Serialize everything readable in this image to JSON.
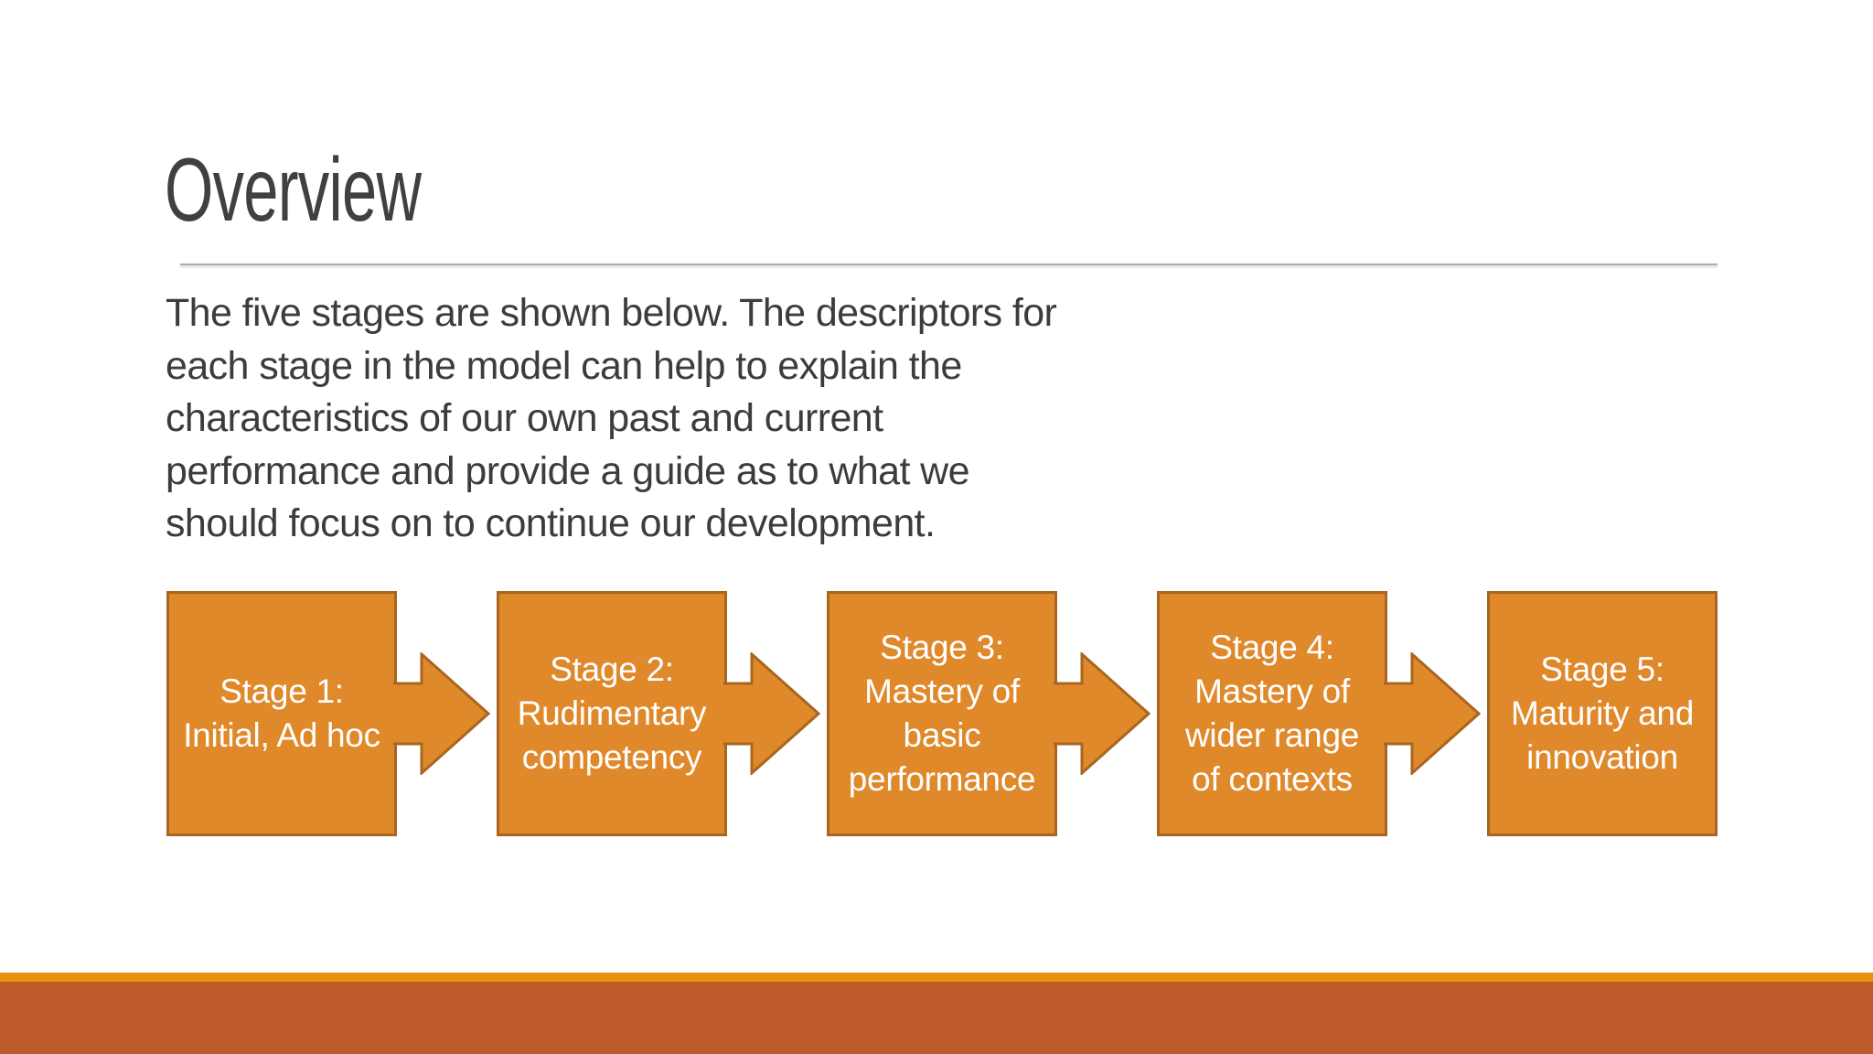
{
  "slide": {
    "title": "Overview",
    "body": [
      "The five stages are shown below. The descriptors for",
      "each stage in the model can help to explain the",
      "characteristics of our own past and current",
      "performance and provide a guide as to what we",
      "should focus on to continue our development."
    ],
    "stages": [
      {
        "lines": [
          "Stage 1:",
          "Initial, Ad hoc"
        ]
      },
      {
        "lines": [
          "Stage 2:",
          "Rudimentary",
          "competency"
        ]
      },
      {
        "lines": [
          "Stage 3:",
          "Mastery of",
          "basic",
          "performance"
        ]
      },
      {
        "lines": [
          "Stage 4:",
          "Mastery of",
          "wider range",
          "of contexts"
        ]
      },
      {
        "lines": [
          "Stage 5:",
          "Maturity and",
          "innovation"
        ]
      }
    ],
    "colors": {
      "stage_fill": "#e0892b",
      "stage_border": "#a8661e",
      "stage_text": "#ffffff",
      "title_text": "#404040",
      "body_text": "#3c3c3c",
      "divider": "#ababab",
      "footer_accent": "#e8920e",
      "footer_band": "#bd5b2b",
      "background": "#ffffff"
    }
  }
}
